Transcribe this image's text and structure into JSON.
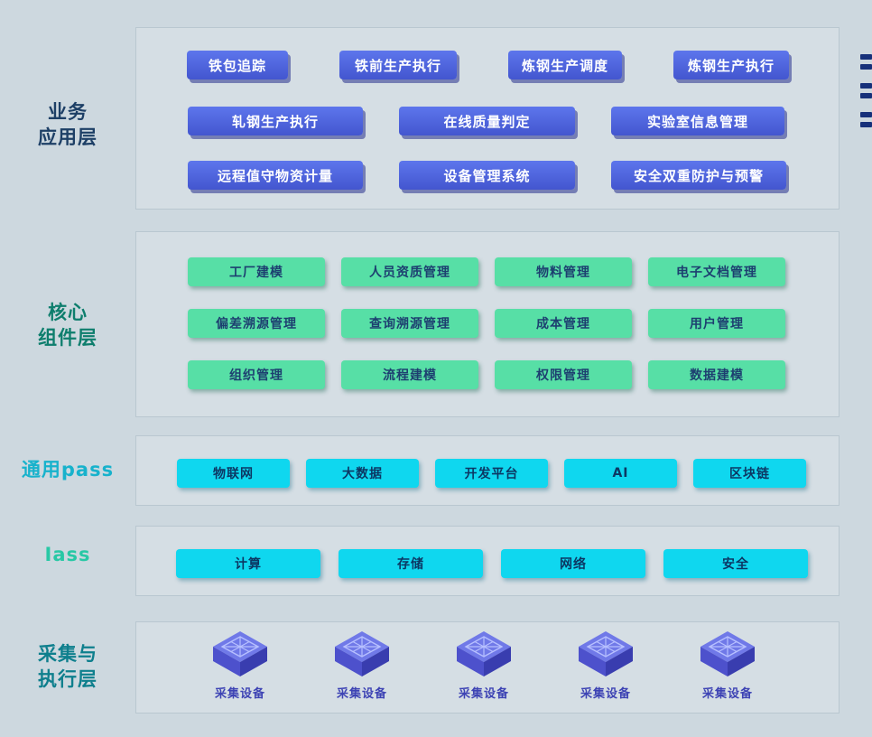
{
  "layers": {
    "business": {
      "label_line1": "业务",
      "label_line2": "应用层",
      "rows": [
        [
          "铁包追踪",
          "铁前生产执行",
          "炼钢生产调度",
          "炼钢生产执行"
        ],
        [
          "轧钢生产执行",
          "在线质量判定",
          "实验室信息管理"
        ],
        [
          "远程值守物资计量",
          "设备管理系统",
          "安全双重防护与预警"
        ]
      ]
    },
    "core": {
      "label_line1": "核心",
      "label_line2": "组件层",
      "rows": [
        [
          "工厂建模",
          "人员资质管理",
          "物料管理",
          "电子文档管理"
        ],
        [
          "偏差溯源管理",
          "查询溯源管理",
          "成本管理",
          "用户管理"
        ],
        [
          "组织管理",
          "流程建模",
          "权限管理",
          "数据建模"
        ]
      ]
    },
    "paas": {
      "label": "通用pass",
      "items": [
        "物联网",
        "大数据",
        "开发平台",
        "AI",
        "区块链"
      ]
    },
    "iaas": {
      "label": "Iass",
      "items": [
        "计算",
        "存储",
        "网络",
        "安全"
      ]
    },
    "collection": {
      "label_line1": "采集与",
      "label_line2": "执行层",
      "device_label": "采集设备"
    }
  },
  "colors": {
    "page_bg": "#cdd8df",
    "business_button": "#4d63d8",
    "core_button": "#57dfa6",
    "cyan_button": "#0fd7ef",
    "device_label_text": "#3d43b4",
    "business_label_text": "#1d3f66",
    "core_label_text": "#0e7e6d",
    "paas_label_text": "#17b2cc",
    "iaas_label_text": "#28c8a5",
    "collection_label_text": "#0e7f8d"
  }
}
